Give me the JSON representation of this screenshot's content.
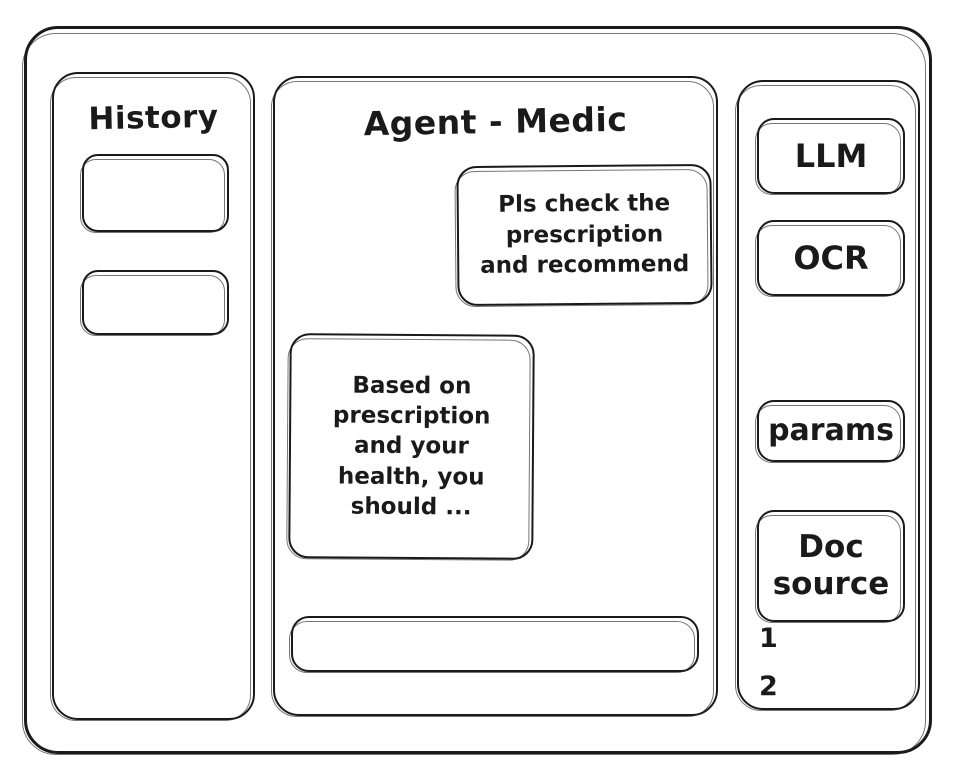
{
  "window": {
    "title": ""
  },
  "history": {
    "title": "History",
    "items": [
      {
        "label": ""
      },
      {
        "label": ""
      }
    ]
  },
  "main": {
    "title": "Agent - Medic",
    "messages": [
      {
        "role": "user",
        "lines": [
          "Pls check the",
          "prescription",
          "and recommend"
        ]
      },
      {
        "role": "assistant",
        "lines": [
          "Based on",
          "prescription",
          "and your",
          "health, you",
          "should ..."
        ]
      }
    ],
    "composer": {
      "value": "",
      "placeholder": ""
    }
  },
  "tools": {
    "buttons": [
      {
        "label": "LLM"
      },
      {
        "label": "OCR"
      },
      {
        "label": "params"
      }
    ],
    "doc_source": {
      "lines": [
        "Doc",
        "source"
      ],
      "refs": [
        "1",
        "2"
      ]
    }
  },
  "colors": {
    "ink": "#1a1a1a",
    "paper": "#ffffff"
  }
}
